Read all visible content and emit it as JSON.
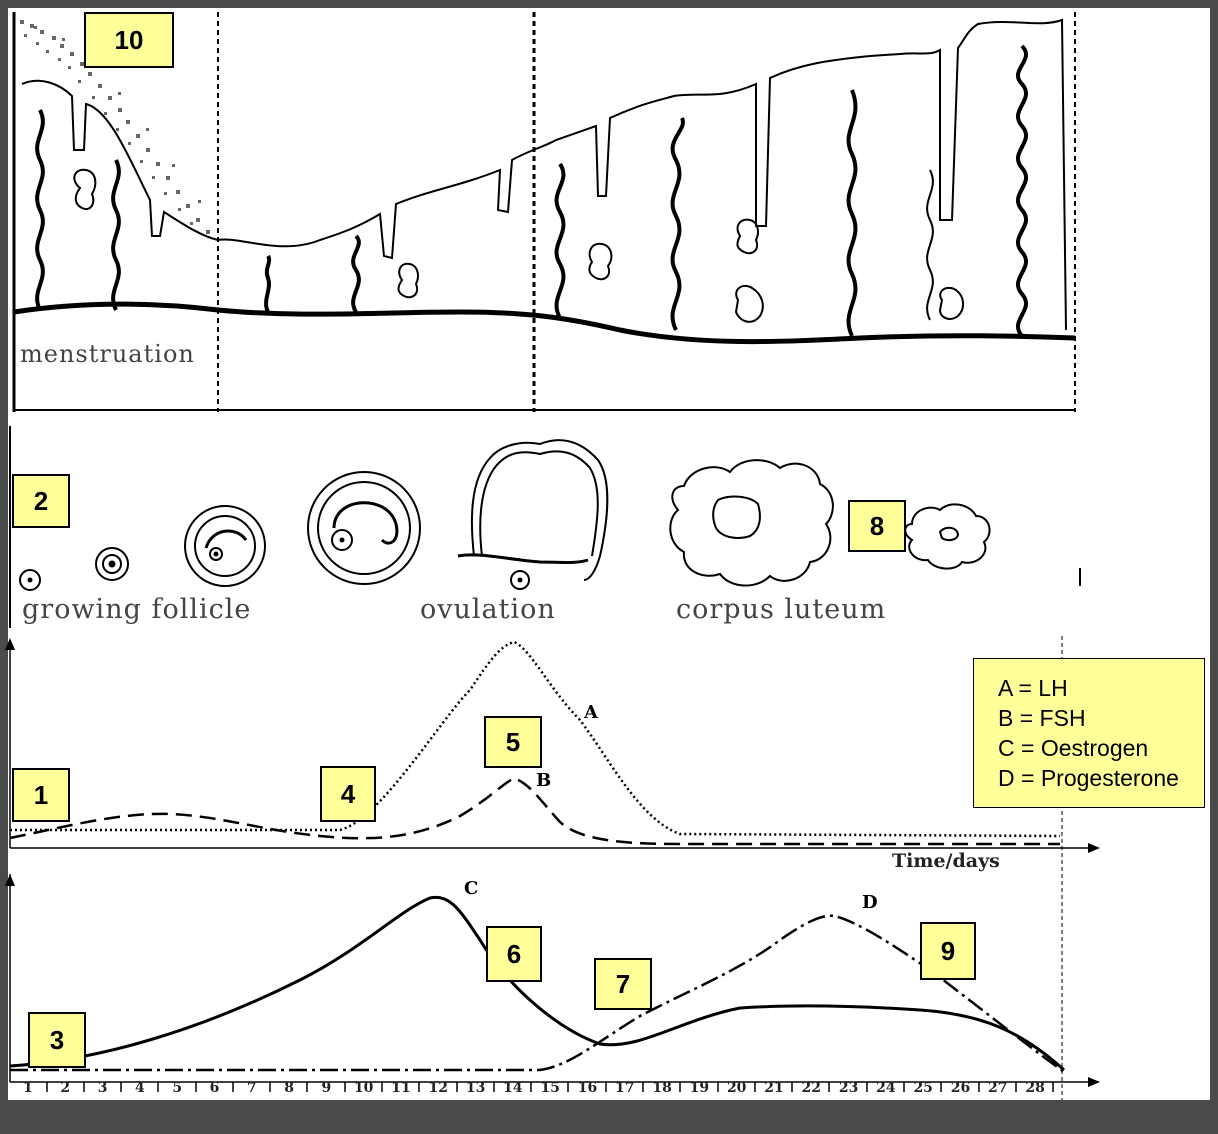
{
  "phase_labels": {
    "menstruation": "menstruation",
    "growing_follicle": "growing follicle",
    "ovulation": "ovulation",
    "corpus_luteum": "corpus luteum"
  },
  "number_boxes": {
    "n1": "1",
    "n2": "2",
    "n3": "3",
    "n4": "4",
    "n5": "5",
    "n6": "6",
    "n7": "7",
    "n8": "8",
    "n9": "9",
    "n10": "10"
  },
  "legend": {
    "a": "A = LH",
    "b": "B = FSH",
    "c": "C = Oestrogen",
    "d": "D = Progesterone"
  },
  "curve_labels": {
    "a": "A",
    "b": "B",
    "c": "C",
    "d": "D"
  },
  "axis": {
    "time_label": "Time/days",
    "days": [
      "1",
      "2",
      "3",
      "4",
      "5",
      "6",
      "7",
      "8",
      "9",
      "10",
      "11",
      "12",
      "13",
      "14",
      "15",
      "16",
      "17",
      "18",
      "19",
      "20",
      "21",
      "22",
      "23",
      "24",
      "25",
      "26",
      "27",
      "28"
    ]
  },
  "colors": {
    "highlight": "#ffff99",
    "line": "#000000",
    "background": "#ffffff"
  }
}
